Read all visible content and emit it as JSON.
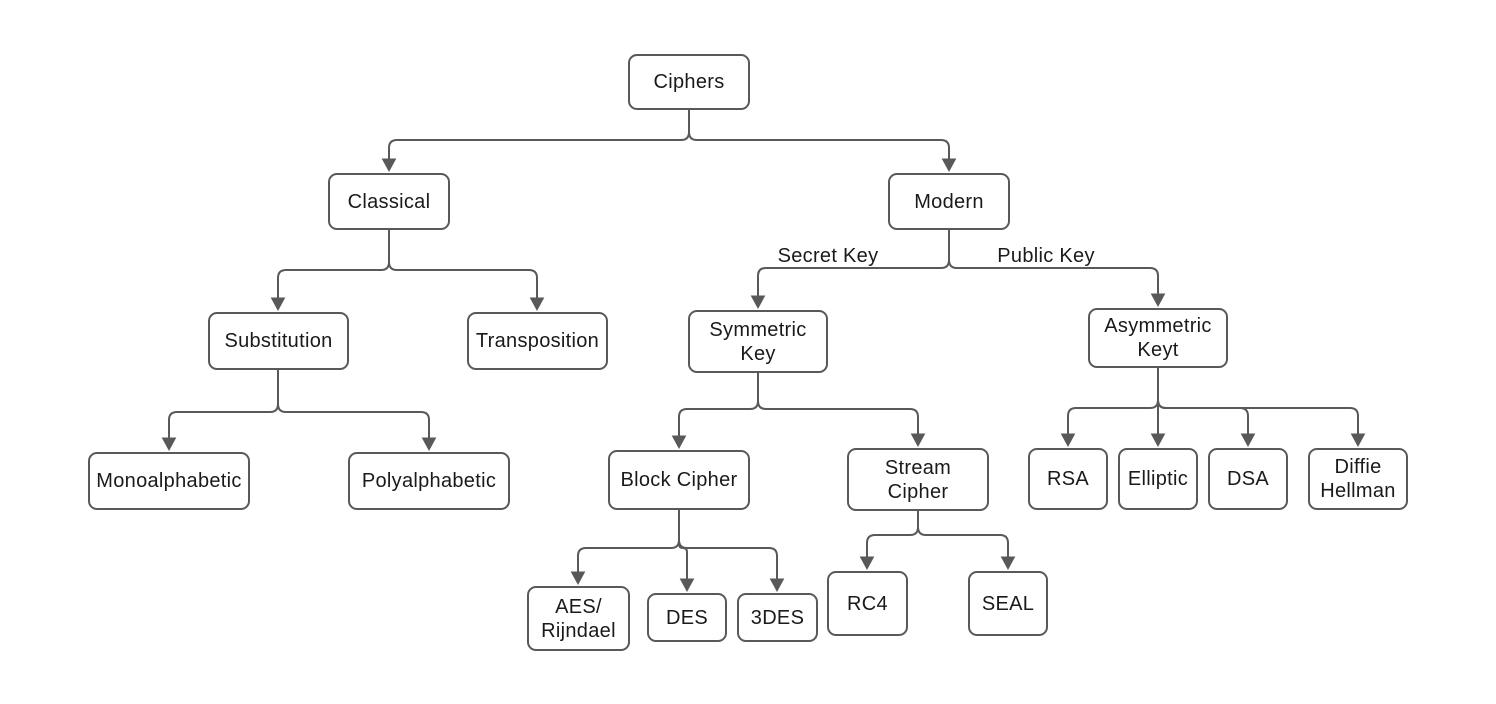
{
  "diagram": {
    "nodes": {
      "ciphers": {
        "label": "Ciphers"
      },
      "classical": {
        "label": "Classical"
      },
      "modern": {
        "label": "Modern"
      },
      "substitution": {
        "label": "Substitution"
      },
      "transposition": {
        "label": "Transposition"
      },
      "symmetric_key": {
        "label": "Symmetric\nKey"
      },
      "asymmetric_key": {
        "label": "Asymmetric\nKeyt"
      },
      "monoalphabetic": {
        "label": "Monoalphabetic"
      },
      "polyalphabetic": {
        "label": "Polyalphabetic"
      },
      "block_cipher": {
        "label": "Block Cipher"
      },
      "stream_cipher": {
        "label": "Stream\nCipher"
      },
      "rsa": {
        "label": "RSA"
      },
      "elliptic": {
        "label": "Elliptic"
      },
      "dsa": {
        "label": "DSA"
      },
      "diffie_hellman": {
        "label": "Diffie\nHellman"
      },
      "aes_rijndael": {
        "label": "AES/\nRijndael"
      },
      "des": {
        "label": "DES"
      },
      "3des": {
        "label": "3DES"
      },
      "rc4": {
        "label": "RC4"
      },
      "seal": {
        "label": "SEAL"
      }
    },
    "edge_labels": {
      "secret_key": "Secret Key",
      "public_key": "Public Key"
    },
    "colors": {
      "line": "#595959",
      "box_border": "#595959",
      "box_fill": "#ffffff",
      "text": "#1a1a1a",
      "background": "#ffffff"
    }
  }
}
